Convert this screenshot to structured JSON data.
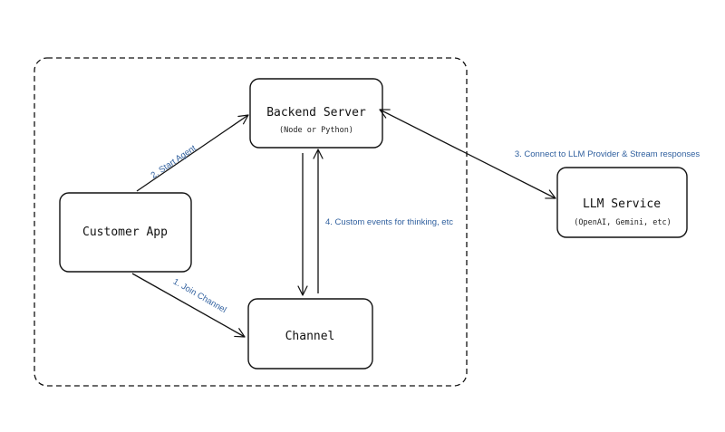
{
  "nodes": {
    "backend": {
      "title": "Backend Server",
      "subtitle": "(Node or Python)"
    },
    "customer": {
      "title": "Customer App"
    },
    "channel": {
      "title": "Channel"
    },
    "llm": {
      "title": "LLM Service",
      "subtitle": "(OpenAI, Gemini, etc)"
    }
  },
  "edges": {
    "start_agent": "2. Start Agent",
    "join_channel": "1. Join Channel",
    "llm_connect": "3. Connect to LLM Provider & Stream responses",
    "custom_events": "4. Custom events for thinking, etc"
  },
  "colors": {
    "label_blue": "#2f5f9e",
    "stroke": "#111111"
  }
}
